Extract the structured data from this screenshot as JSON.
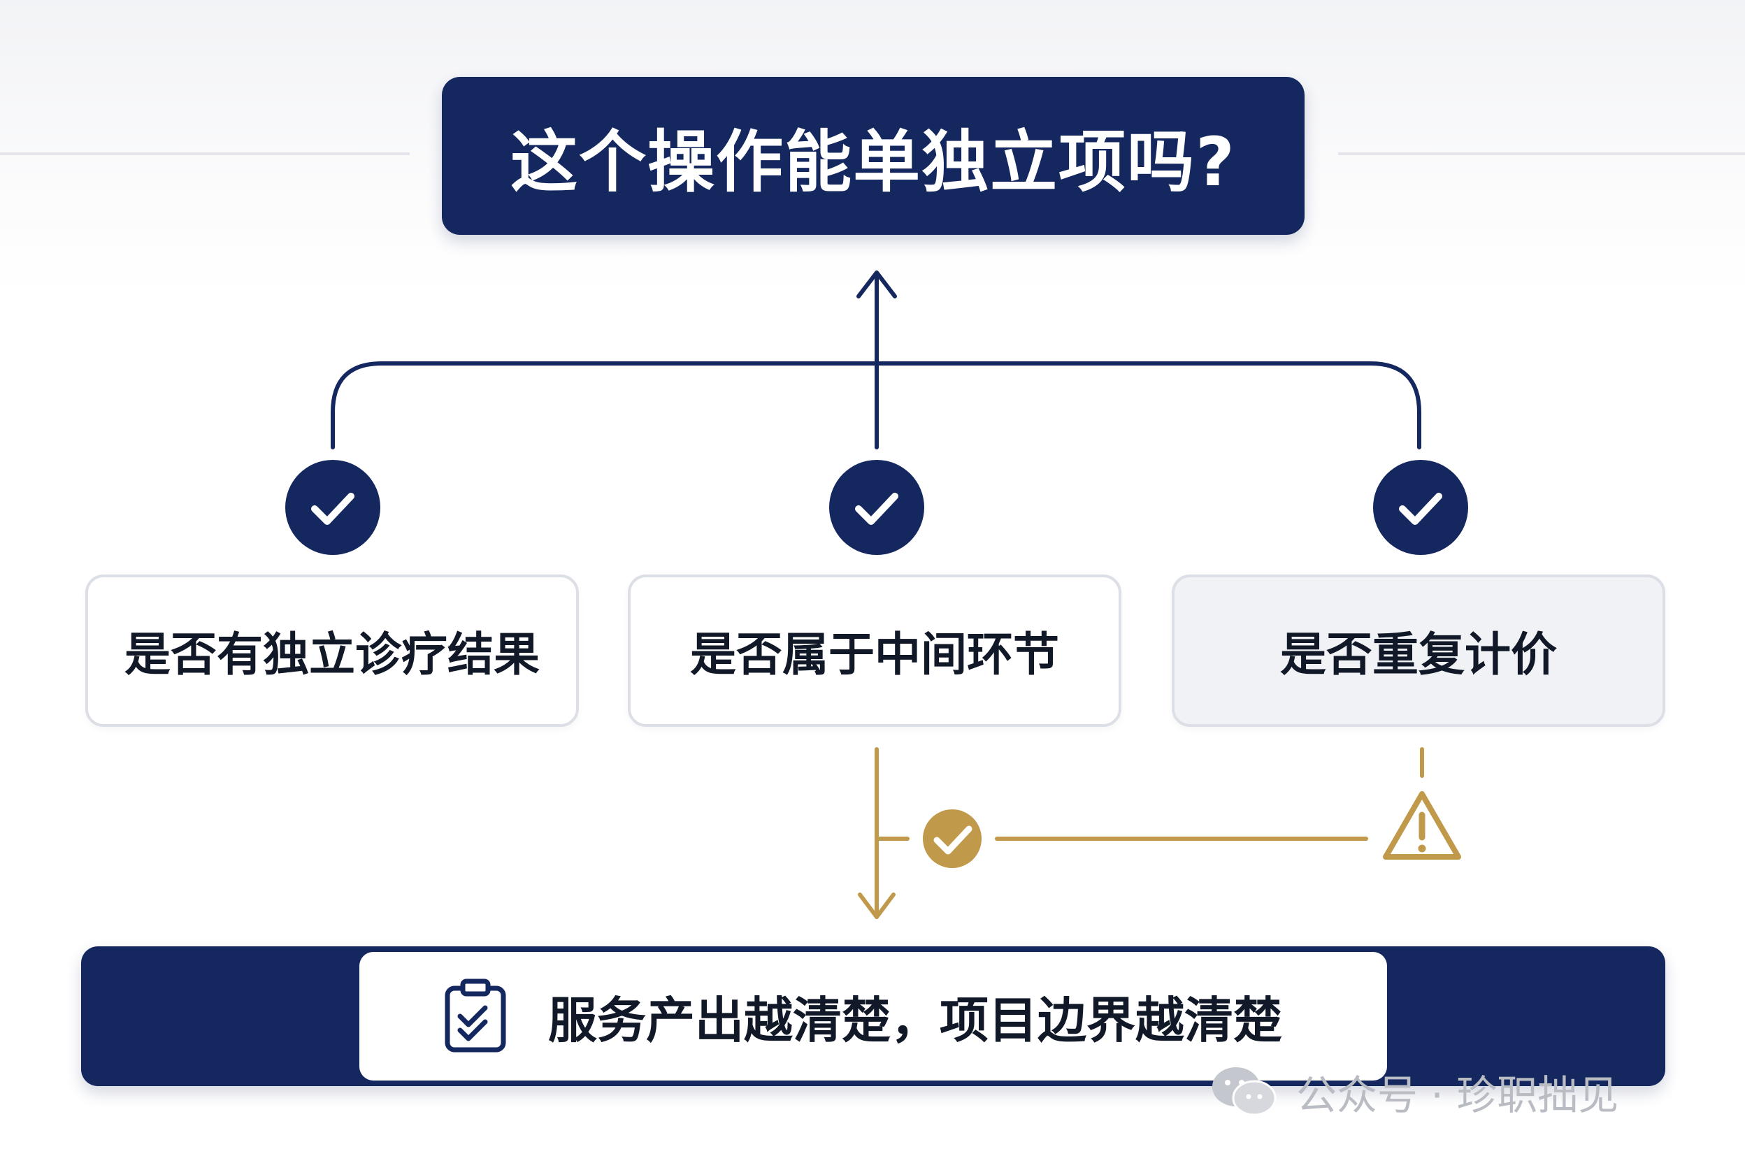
{
  "title": "这个操作能单独立项吗?",
  "criteria": [
    {
      "label": "是否有独立诊疗结果",
      "status": "check"
    },
    {
      "label": "是否属于中间环节",
      "status": "check"
    },
    {
      "label": "是否重复计价",
      "status": "check"
    }
  ],
  "flow_markers": [
    {
      "icon": "check-circle-icon",
      "color": "#c09a4a"
    },
    {
      "icon": "warning-triangle-icon",
      "color": "#c09a4a"
    }
  ],
  "conclusion": {
    "icon": "clipboard-check-icon",
    "text": "服务产出越清楚，项目边界越清楚"
  },
  "watermark": {
    "icon": "wechat-icon",
    "text": "公众号 · 珍职拙见"
  },
  "colors": {
    "navy": "#14275e",
    "gold": "#c09a4a",
    "border": "#dcdfe6"
  }
}
